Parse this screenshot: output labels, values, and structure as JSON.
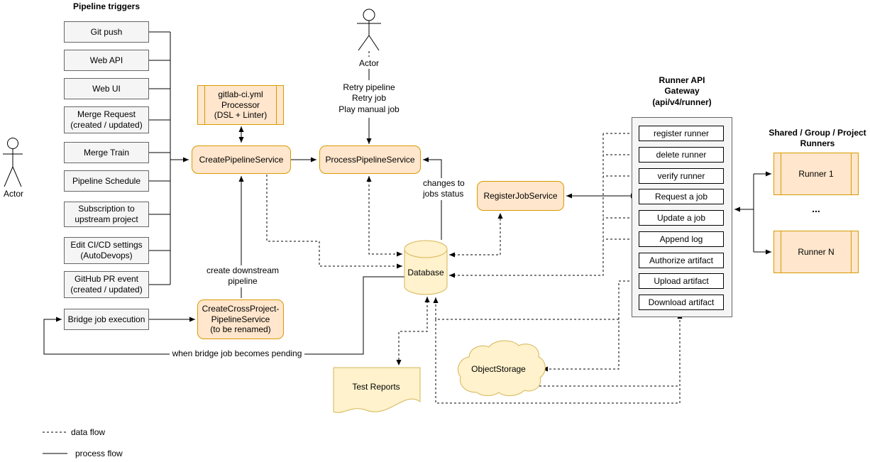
{
  "colors": {
    "service_fill": "#FFE6CC",
    "service_border": "#D79B00",
    "storage_fill": "#FFF2CC",
    "storage_border": "#D6B656",
    "trigger_fill": "#F5F5F5",
    "trigger_border": "#666666",
    "line": "#000000"
  },
  "triggers": {
    "title": "Pipeline triggers",
    "items": [
      "Git push",
      "Web API",
      "Web UI",
      "Merge Request\n(created / updated)",
      "Merge Train",
      "Pipeline Schedule",
      "Subscription to\nupstream project",
      "Edit CI/CD settings\n(AutoDevops)",
      "GitHub PR event\n(created / updated)",
      "Bridge job execution"
    ]
  },
  "actors": {
    "left": "Actor",
    "top": "Actor"
  },
  "nodes": {
    "processor": "gitlab-ci.yml\nProcessor\n(DSL + Linter)",
    "create_pipeline": "CreatePipelineService",
    "process_pipeline": "ProcessPipelineService",
    "create_cross_project": "CreateCrossProject-\nPipelineService\n(to be renamed)",
    "register_job": "RegisterJobService",
    "database": "Database",
    "test_reports": "Test Reports",
    "object_storage": "ObjectStorage"
  },
  "gateway": {
    "title": "Runner API\nGateway\n(api/v4/runner)",
    "endpoints": [
      "register runner",
      "delete runner",
      "verify runner",
      "Request a job",
      "Update a job",
      "Append log",
      "Authorize artifact",
      "Upload artifact",
      "Download artifact"
    ]
  },
  "runners": {
    "title": "Shared / Group / Project\nRunners",
    "items": [
      "Runner 1",
      "Runner N"
    ],
    "ellipsis": "..."
  },
  "edge_labels": {
    "retry": "Retry pipeline\nRetry job\nPlay manual job",
    "changes": "changes to\njobs status",
    "create_downstream": "create downstream\npipeline",
    "bridge_pending": "when bridge job becomes pending"
  },
  "legend": {
    "data_flow": "data flow",
    "process_flow": "process flow"
  }
}
